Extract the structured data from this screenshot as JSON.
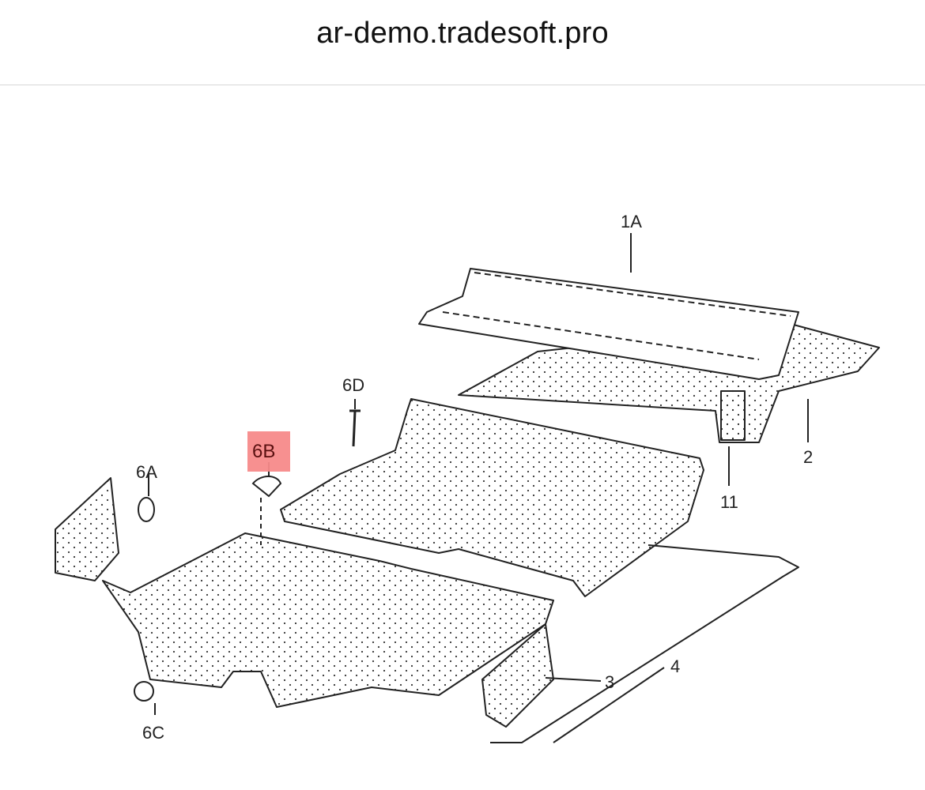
{
  "browser": {
    "url": "ar-demo.tradesoft.pro"
  },
  "diagram": {
    "highlight_color": "#f78a8a",
    "selected_label": "6B",
    "labels": {
      "l1A": "1A",
      "l2": "2",
      "l11": "11",
      "l6D": "6D",
      "l6B": "6B",
      "l6A": "6A",
      "l6C": "6C",
      "l3": "3",
      "l4": "4"
    }
  }
}
